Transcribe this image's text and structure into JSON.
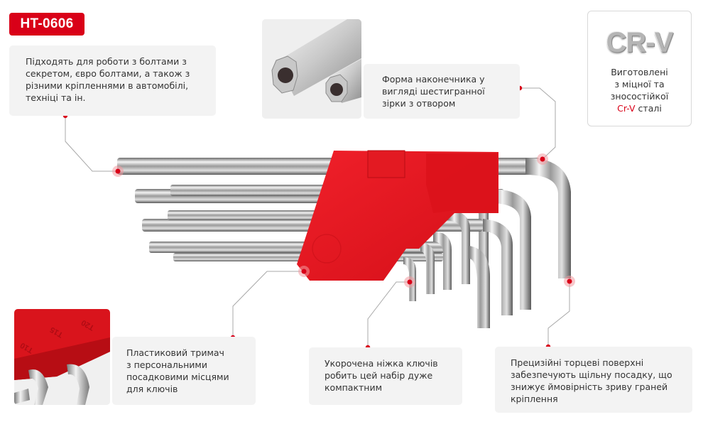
{
  "badge": {
    "model": "HT-0606"
  },
  "cards": {
    "use": {
      "lines": [
        "Підходять для роботи з болтами з",
        "секретом, євро болтами, а також з",
        "різними кріпленнями в автомобілі,",
        "техніці та ін."
      ]
    },
    "tip": {
      "lines": [
        "Форма наконечника у",
        "вигляді шестигранної",
        "зірки з отвором"
      ]
    },
    "material": {
      "logo": "CR-V",
      "lines": [
        "Виготовлені",
        "з міцної та",
        "зносостійкої"
      ],
      "highlight": "Cr-V",
      "suffix": " сталі"
    },
    "holder": {
      "lines": [
        "Пластиковий тримач",
        "з персональними",
        "посадковими місцями",
        "для ключів"
      ],
      "photo_labels": [
        "T10",
        "T15",
        "T20"
      ]
    },
    "short": {
      "lines": [
        "Укорочена ніжка ключів",
        "робить цей набір дуже",
        "компактним"
      ]
    },
    "precision": {
      "lines": [
        "Прецизійні торцеві поверхні",
        "забезпечують щільну посадку, що",
        "знижує ймовірність зриву граней",
        "кріплення"
      ]
    }
  },
  "colors": {
    "accent": "#d90018",
    "card_bg": "#f3f3f3",
    "connector": "#a8a8a8",
    "holder_red": "#e8141e",
    "steel": "#c8c8c8"
  }
}
